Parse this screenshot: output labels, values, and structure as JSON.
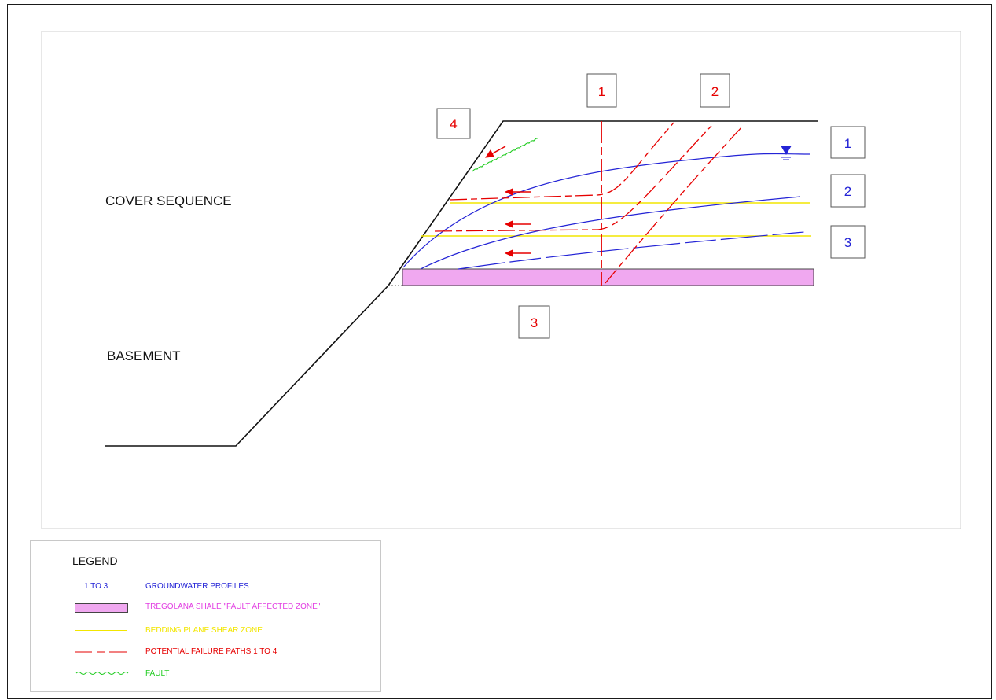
{
  "zones": {
    "cover": "COVER SEQUENCE",
    "basement": "BASEMENT"
  },
  "failure_path_tags": [
    "1",
    "2",
    "3",
    "4"
  ],
  "groundwater_tags": [
    "1",
    "2",
    "3"
  ],
  "legend": {
    "title": "LEGEND",
    "items": [
      {
        "key": "1 TO 3",
        "label": "GROUNDWATER PROFILES",
        "color": "#1f1fd6"
      },
      {
        "key": "",
        "label": "TREGOLANA SHALE \"FAULT AFFECTED ZONE\"",
        "color": "#e23ee2"
      },
      {
        "key": "",
        "label": "BEDDING PLANE SHEAR ZONE",
        "color": "#f2e600"
      },
      {
        "key": "",
        "label": "POTENTIAL FAILURE PATHS 1 TO 4",
        "color": "#e60000"
      },
      {
        "key": "",
        "label": "FAULT",
        "color": "#22cc22"
      }
    ]
  },
  "colors": {
    "groundwater": "#2424d6",
    "shale_fill": "#f0a8f0",
    "bedding": "#f2e600",
    "failure": "#e60000",
    "fault": "#22cc22",
    "outline": "#111111"
  }
}
